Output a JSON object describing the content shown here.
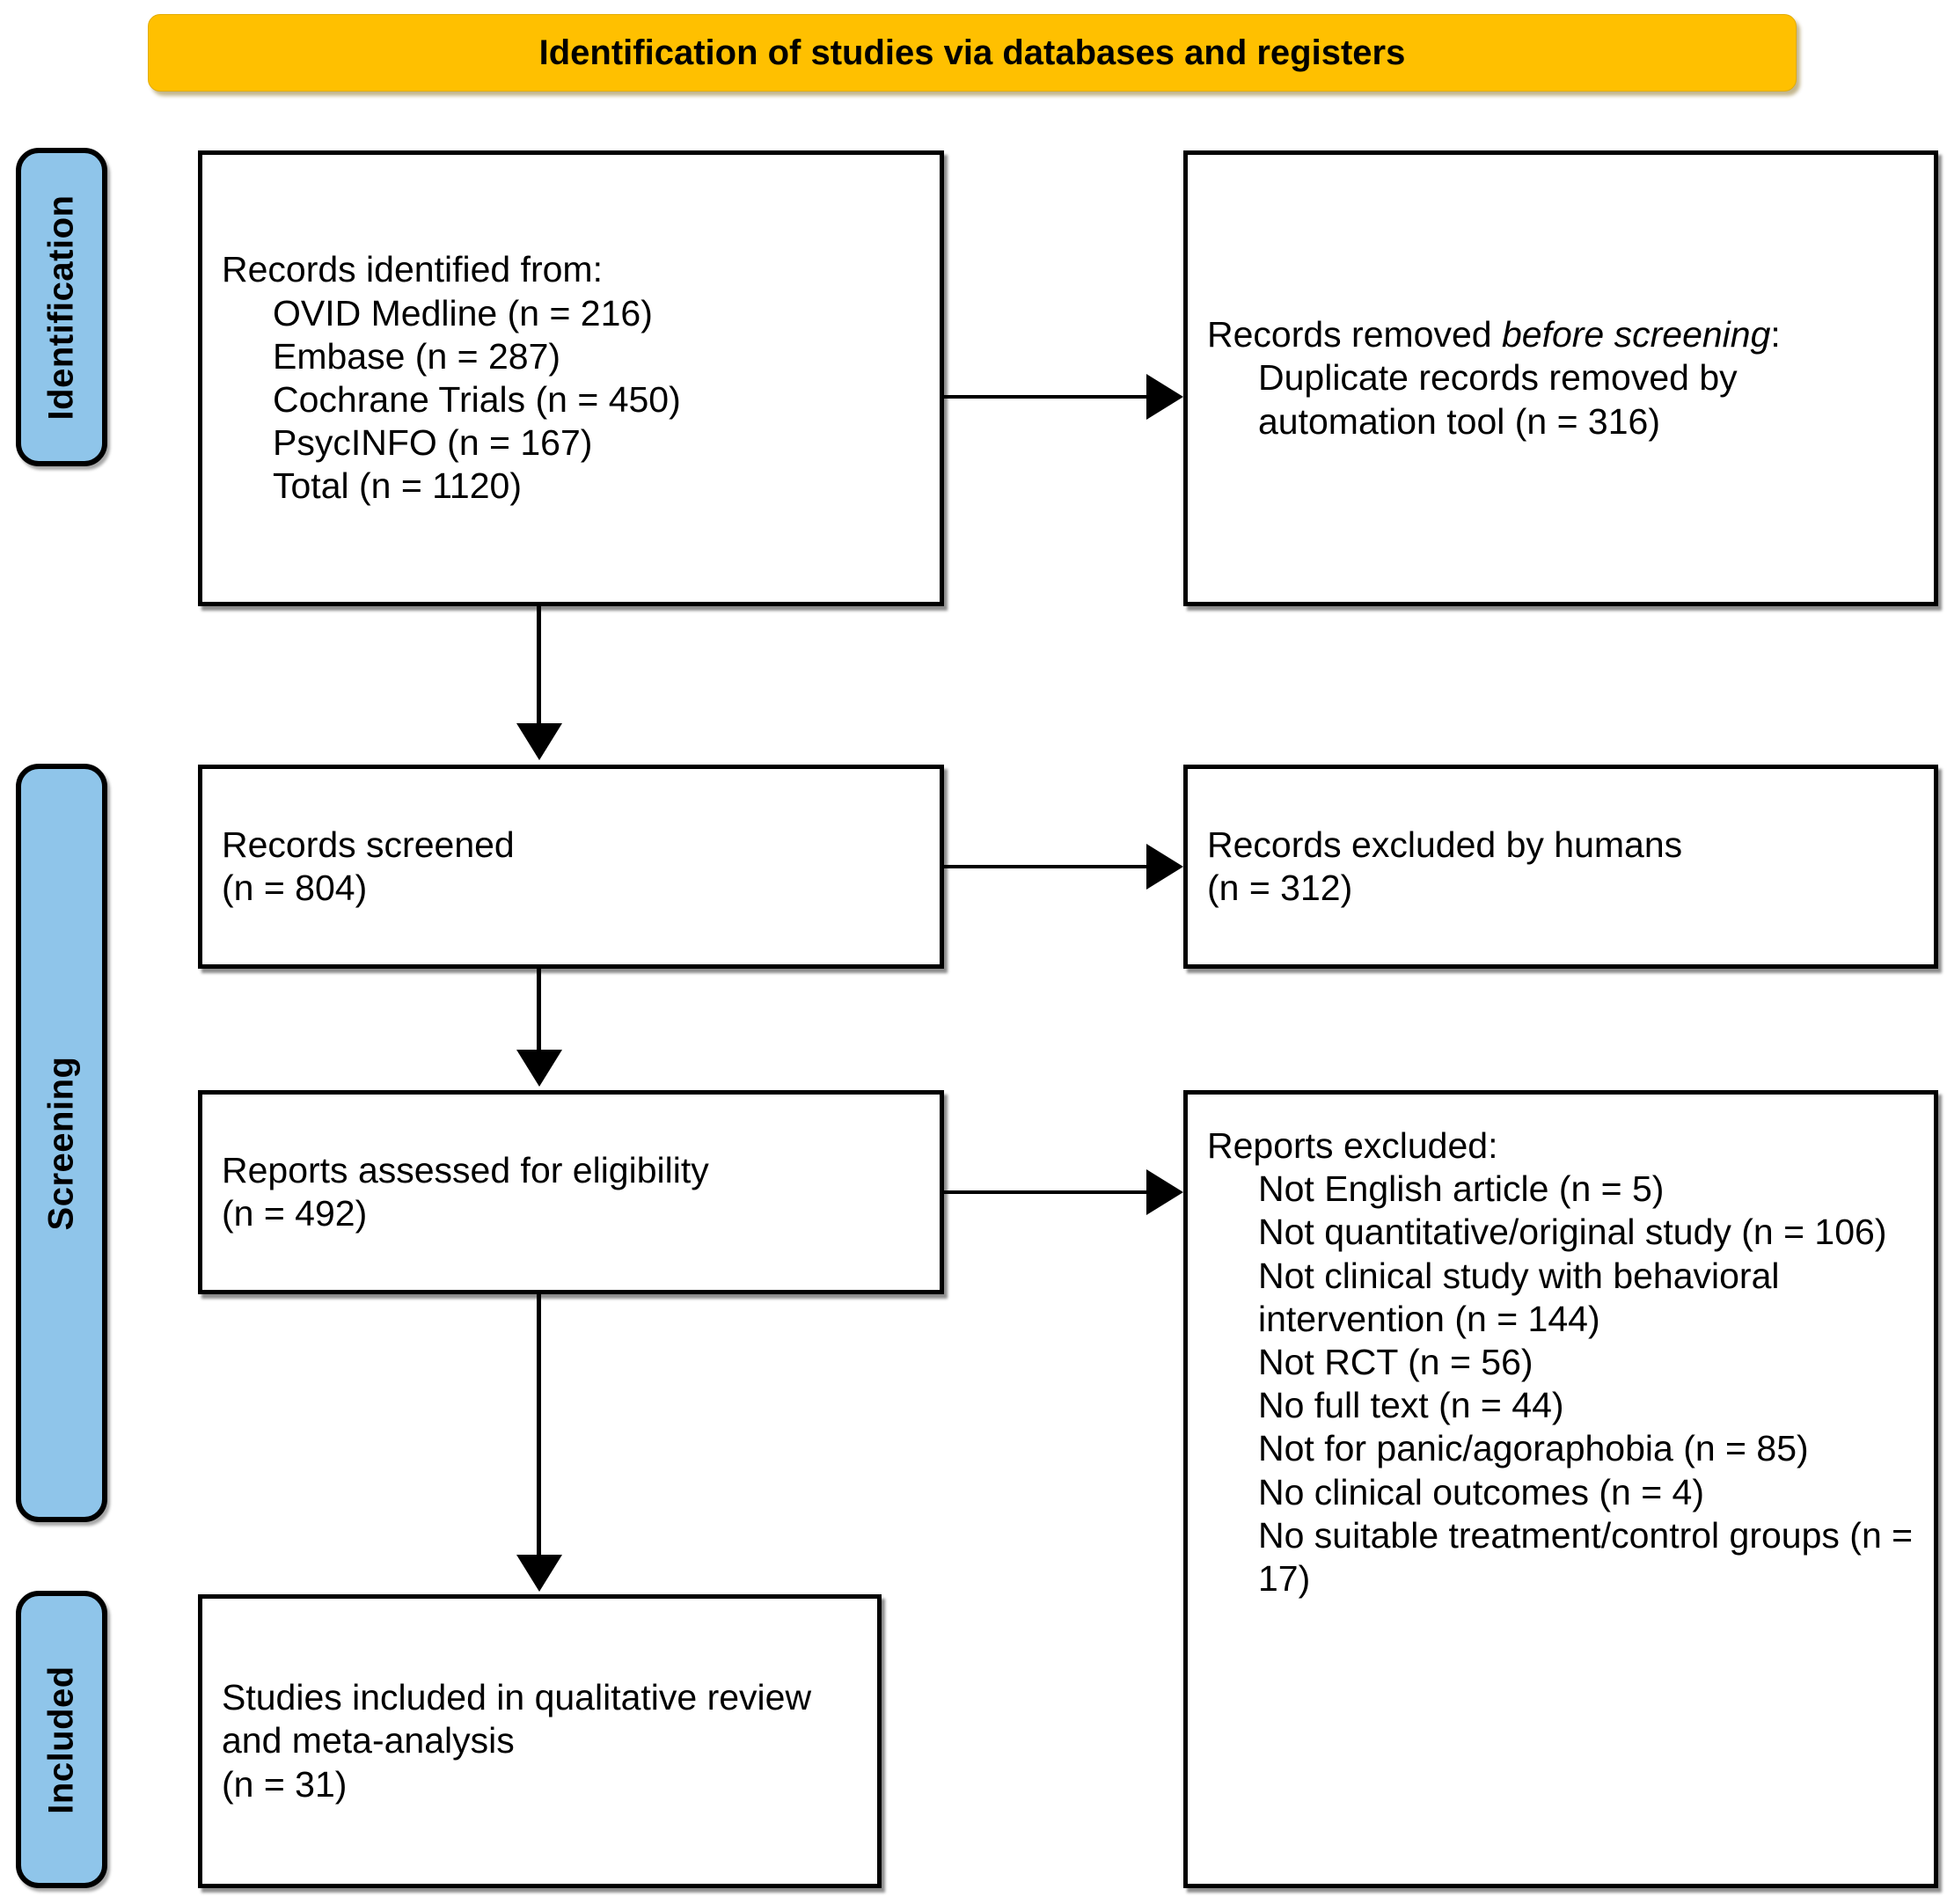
{
  "banner": {
    "title": "Identification of studies via databases and registers"
  },
  "stages": [
    {
      "id": "identification",
      "label": "Identification"
    },
    {
      "id": "screening",
      "label": "Screening"
    },
    {
      "id": "included",
      "label": "Included"
    }
  ],
  "boxes": {
    "identified": {
      "heading": "Records identified from:",
      "items": [
        "OVID Medline (n = 216)",
        "Embase (n = 287)",
        "Cochrane Trials (n = 450)",
        "PsycINFO (n = 167)",
        "Total (n = 1120)"
      ]
    },
    "removed": {
      "heading_pre": "Records removed ",
      "heading_italic": "before screening",
      "heading_post": ":",
      "items": [
        "Duplicate records removed by automation tool (n = 316)"
      ]
    },
    "screened": {
      "line1": "Records screened",
      "line2": "(n = 804)"
    },
    "excluded_humans": {
      "line1": "Records excluded by humans",
      "line2": "(n = 312)"
    },
    "assessed": {
      "line1": "Reports assessed for eligibility",
      "line2": "(n = 492)"
    },
    "reports_excluded": {
      "heading": "Reports excluded:",
      "items": [
        "Not English article (n = 5)",
        "Not quantitative/original study (n = 106)",
        "Not clinical study with behavioral intervention (n = 144)",
        "Not RCT (n = 56)",
        "No full text (n = 44)",
        "Not for panic/agoraphobia (n = 85)",
        "No clinical outcomes (n = 4)",
        "No suitable treatment/control groups (n = 17)"
      ]
    },
    "included": {
      "line1": "Studies included in qualitative review and meta-analysis",
      "line2": "(n = 31)"
    }
  },
  "colors": {
    "banner_fill": "#FFC000",
    "stage_tab_fill": "#8FC5EA",
    "box_border": "#000000",
    "box_fill": "#FFFFFF"
  }
}
